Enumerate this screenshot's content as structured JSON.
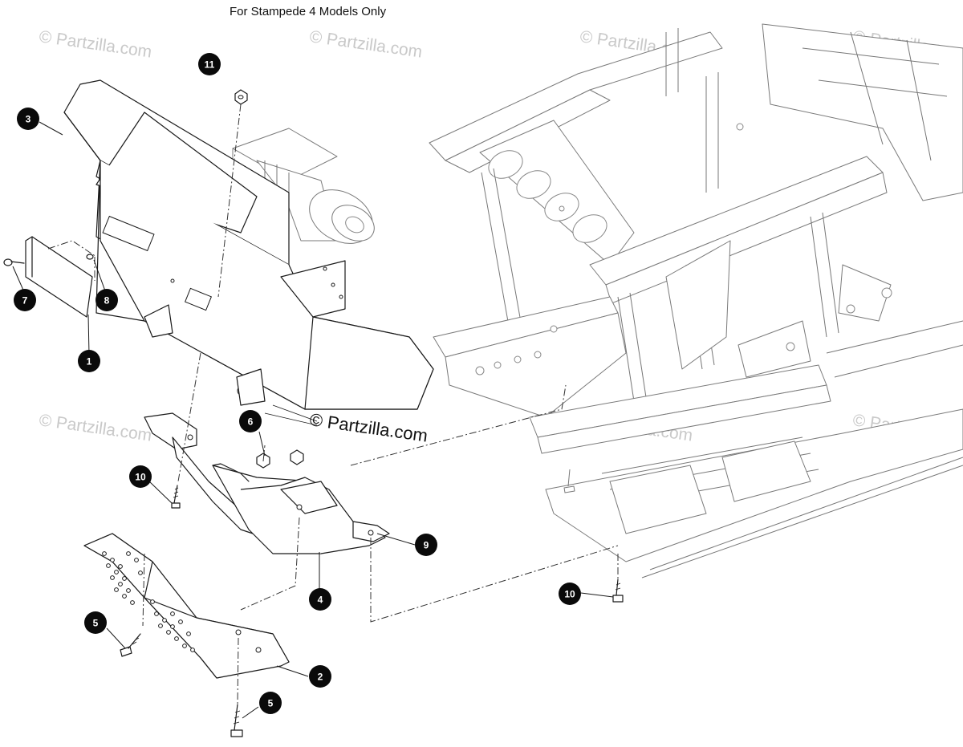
{
  "header_note": "For Stampede 4 Models Only",
  "watermark_text": "© Partzilla.com",
  "center_watermark_text": "© Partzilla.com",
  "callouts": [
    {
      "id": "callout-11",
      "number": "11"
    },
    {
      "id": "callout-3",
      "number": "3"
    },
    {
      "id": "callout-7",
      "number": "7"
    },
    {
      "id": "callout-8",
      "number": "8"
    },
    {
      "id": "callout-1",
      "number": "1"
    },
    {
      "id": "callout-6",
      "number": "6"
    },
    {
      "id": "callout-10a",
      "number": "10"
    },
    {
      "id": "callout-9",
      "number": "9"
    },
    {
      "id": "callout-4",
      "number": "4"
    },
    {
      "id": "callout-5a",
      "number": "5"
    },
    {
      "id": "callout-2",
      "number": "2"
    },
    {
      "id": "callout-5b",
      "number": "5"
    },
    {
      "id": "callout-10b",
      "number": "10"
    }
  ],
  "colors": {
    "callout_fill": "#0a0a0a",
    "line": "#1a1a1a",
    "frame_line": "#7a7a7a",
    "watermark": "#c9c9c9"
  }
}
